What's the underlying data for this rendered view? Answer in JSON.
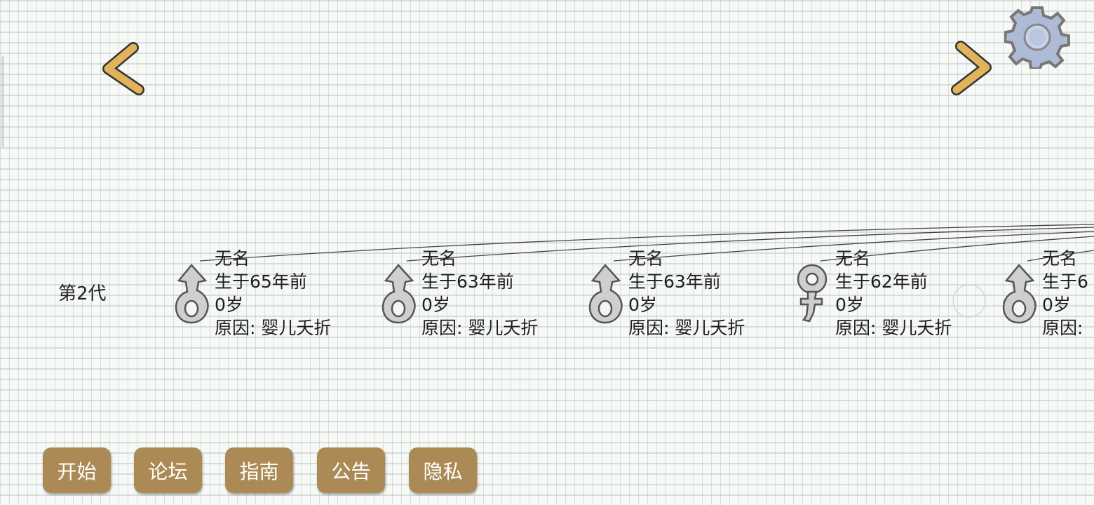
{
  "generation_label": "第2代",
  "members": [
    {
      "gender": "male",
      "name": "无名",
      "born": "生于65年前",
      "age": "0岁",
      "cause": "原因:  婴儿夭折"
    },
    {
      "gender": "male",
      "name": "无名",
      "born": "生于63年前",
      "age": "0岁",
      "cause": "原因:  婴儿夭折"
    },
    {
      "gender": "male",
      "name": "无名",
      "born": "生于63年前",
      "age": "0岁",
      "cause": "原因:  婴儿夭折"
    },
    {
      "gender": "female",
      "name": "无名",
      "born": "生于62年前",
      "age": "0岁",
      "cause": "原因:  婴儿夭折"
    },
    {
      "gender": "male",
      "name": "无名",
      "born": "生于6",
      "age": "0岁",
      "cause": "原因:"
    }
  ],
  "buttons": [
    "开始",
    "论坛",
    "指南",
    "公告",
    "隐私"
  ],
  "icons": {
    "prev": "chevron-left-icon",
    "next": "chevron-right-icon",
    "settings": "gear-icon"
  },
  "colors": {
    "button": "#ab8a55",
    "arrow": "#e2b35a"
  }
}
